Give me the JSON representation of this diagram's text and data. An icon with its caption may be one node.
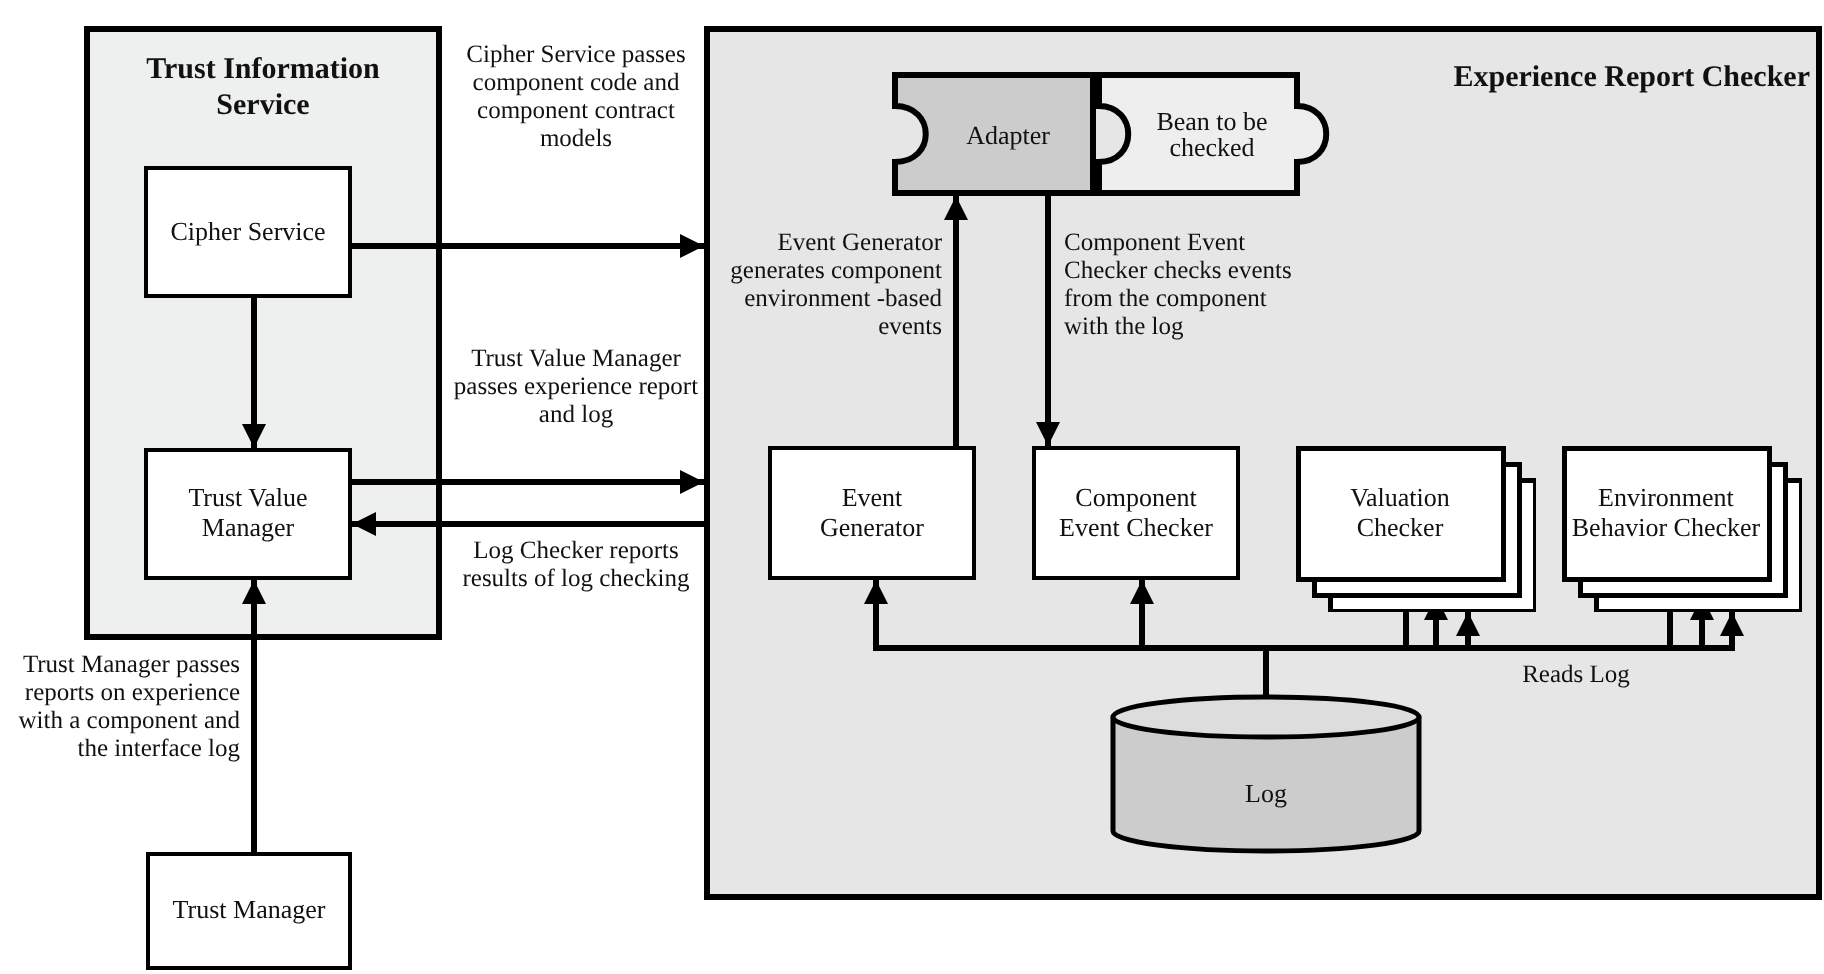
{
  "diagram": {
    "nodes": [
      {
        "text": [
          "Trust Information Service"
        ]
      },
      {
        "text": [
          "Cipher Service"
        ],
        "in": 0
      },
      {
        "text": [
          "Trust Value Manager"
        ],
        "in": 0
      },
      {
        "text": [
          "Trust Manager"
        ]
      },
      {
        "text": [
          "Experience Report Checker"
        ]
      },
      {
        "text": [
          "Adapter"
        ],
        "in": 4
      },
      {
        "text": [
          "Bean to be checked"
        ],
        "in": 4
      },
      {
        "text": [
          "Event Generator"
        ],
        "in": 4
      },
      {
        "text": [
          "Component Event Checker"
        ],
        "in": 4
      },
      {
        "text": [
          "Valuation Checker"
        ],
        "in": 4
      },
      {
        "text": [
          "Environment Behavior Checker"
        ],
        "in": 4
      },
      {
        "text": [
          "Log"
        ],
        "in": 4
      }
    ],
    "edges": [
      {
        "from": 1,
        "to": 4,
        "arrow": "to",
        "label": "Cipher Service passes component code and component contract models"
      },
      {
        "from": 1,
        "to": 2,
        "arrow": "to"
      },
      {
        "from": 2,
        "to": 4,
        "arrow": "to",
        "label": "Trust Value Manager passes experience report and log"
      },
      {
        "from": 4,
        "to": 2,
        "arrow": "to",
        "label": "Log Checker reports results of log checking"
      },
      {
        "from": 3,
        "to": 2,
        "arrow": "to",
        "label": "Trust Manager passes reports on experience with a component and the interface log"
      },
      {
        "from": 7,
        "to": 5,
        "arrow": "to",
        "label": "Event Generator generates component environment -based events"
      },
      {
        "from": 5,
        "to": 8,
        "arrow": "to",
        "label": "Component Event Checker checks events from the component with the log"
      },
      {
        "from": 11,
        "to": 7,
        "arrow": "to"
      },
      {
        "from": 11,
        "to": 8,
        "arrow": "to"
      },
      {
        "from": 11,
        "to": 9,
        "arrow": "to"
      },
      {
        "from": 11,
        "to": 9,
        "arrow": "to"
      },
      {
        "from": 11,
        "to": 9,
        "arrow": "to"
      },
      {
        "from": 11,
        "to": 10,
        "arrow": "to"
      },
      {
        "from": 11,
        "to": 10,
        "arrow": "to"
      },
      {
        "from": 11,
        "to": 10,
        "arrow": "to"
      }
    ],
    "labels": [
      "Reads Log"
    ]
  }
}
